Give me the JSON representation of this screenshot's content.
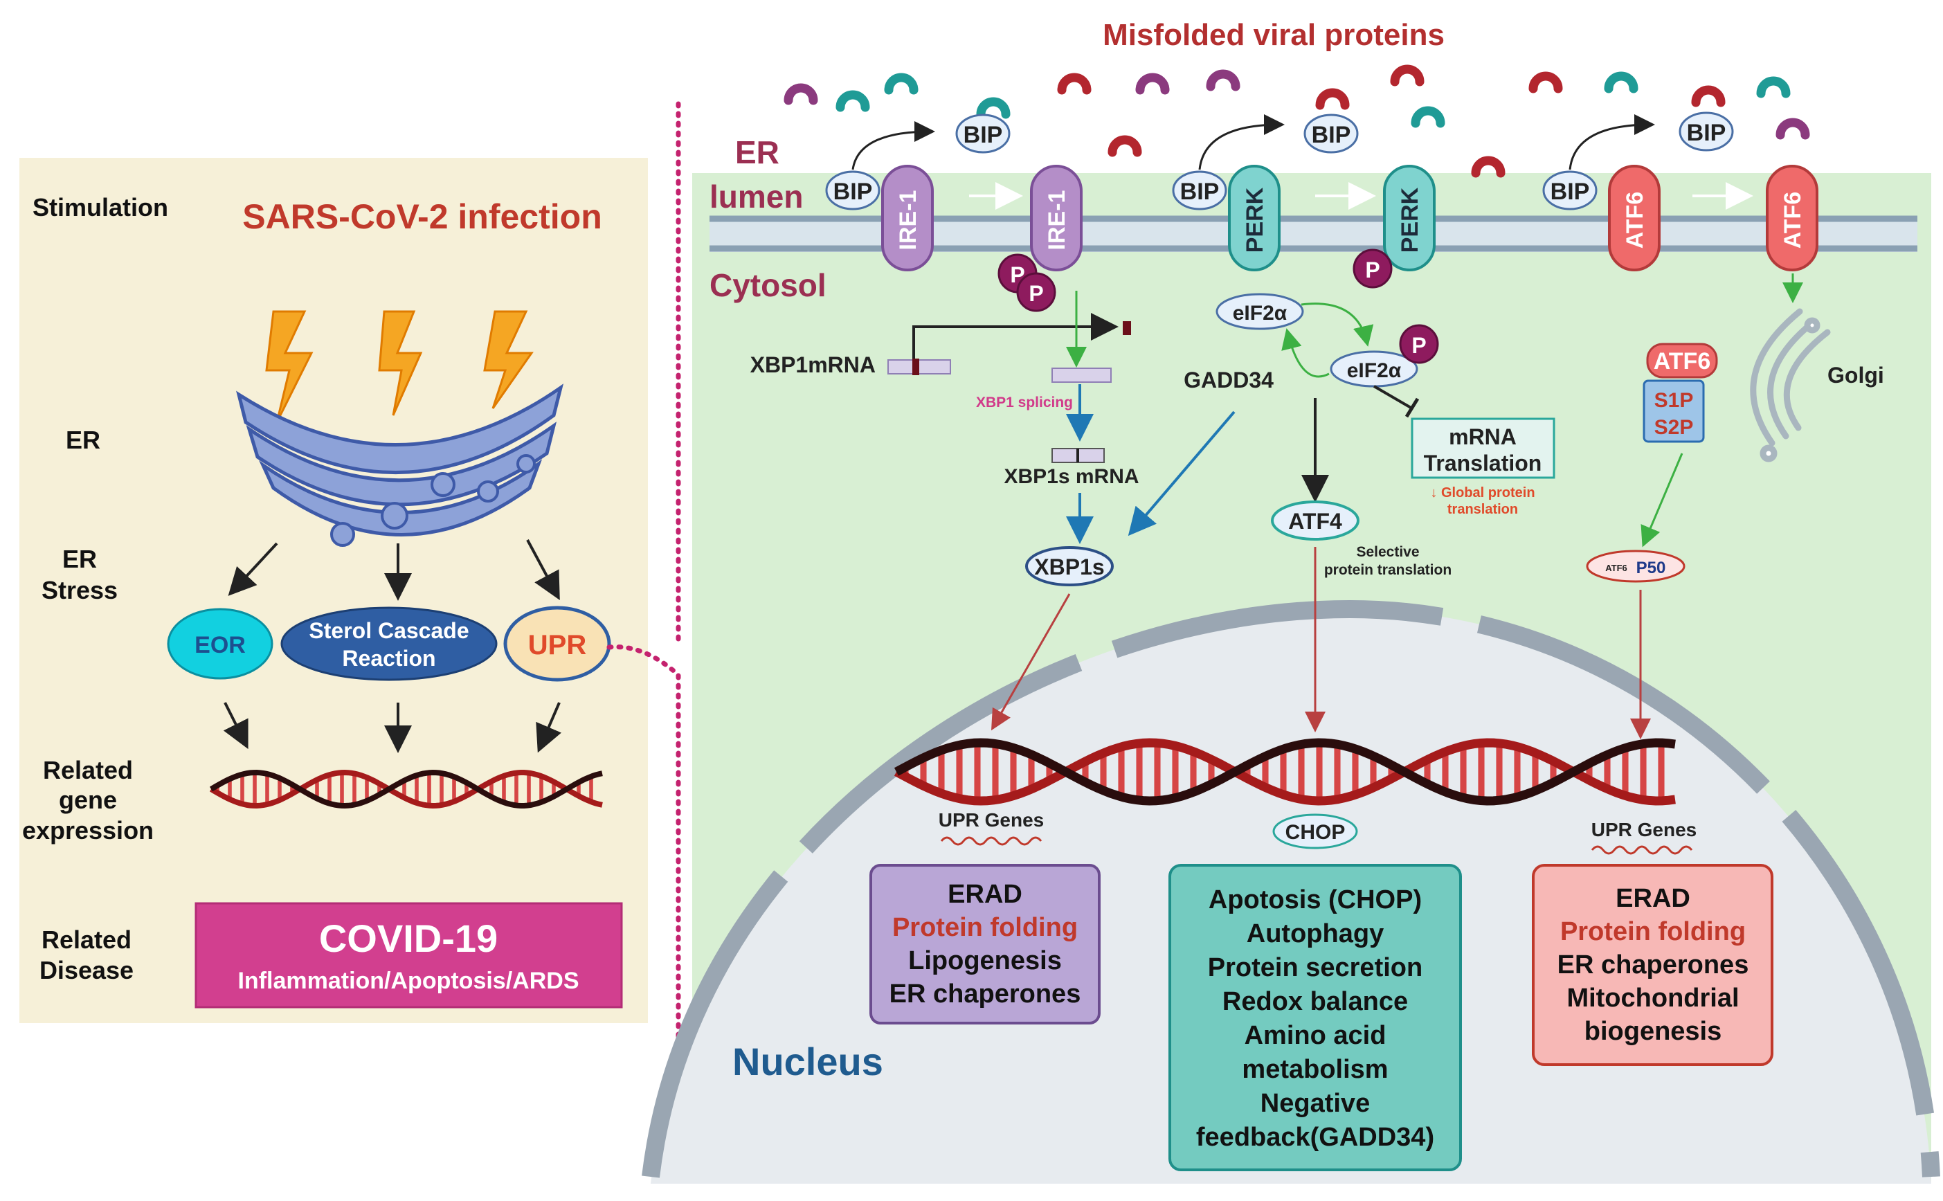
{
  "left_panel": {
    "rows": {
      "stimulation": "Stimulation",
      "er": "ER",
      "er_stress": [
        "ER",
        "Stress"
      ],
      "related_gene": [
        "Related",
        "gene",
        "expression"
      ],
      "related_disease": [
        "Related",
        "Disease"
      ]
    },
    "infection_title": "SARS-CoV-2 infection",
    "pathways": {
      "eor": "EOR",
      "sterol": [
        "Sterol Cascade",
        "Reaction"
      ],
      "upr": "UPR"
    },
    "disease": {
      "title": "COVID-19",
      "subtitle": "Inflammation/Apoptosis/ARDS"
    }
  },
  "right_panel": {
    "top_label": "Misfolded viral proteins",
    "compartments": {
      "er": "ER",
      "lumen": "lumen",
      "cytosol": "Cytosol",
      "nucleus": "Nucleus",
      "golgi": "Golgi"
    },
    "sensors": {
      "bip": "BIP",
      "ire1": "IRE-1",
      "perk": "PERK",
      "atf6": "ATF6",
      "phospho": "P"
    },
    "ire1_branch": {
      "xbp1_mrna": "XBP1mRNA",
      "xbp1_splicing": "XBP1 splicing",
      "xbp1s_mrna": "XBP1s mRNA",
      "xbp1s": "XBP1s"
    },
    "perk_branch": {
      "eif2a": "eIF2α",
      "gadd34": "GADD34",
      "mrna_translation": [
        "mRNA",
        "Translation"
      ],
      "global_note": [
        "↓ Global protein",
        "translation"
      ],
      "atf4": "ATF4",
      "selective_note": [
        "Selective",
        "protein translation"
      ]
    },
    "atf6_branch": {
      "atf6_golgi": "ATF6",
      "s1p": "S1P",
      "s2p": "S2P",
      "p50_prefix": "ATF6",
      "p50": "P50"
    },
    "genes": {
      "upr_genes": "UPR Genes",
      "chop": "CHOP"
    },
    "outcome_ire1": {
      "lines": [
        "ERAD",
        "Protein folding",
        "Lipogenesis",
        "ER chaperones"
      ]
    },
    "outcome_perk": {
      "lines": [
        "Apotosis (CHOP)",
        "Autophagy",
        "Protein secretion",
        "Redox balance",
        "Amino acid",
        "metabolism",
        "Negative",
        "feedback(GADD34)"
      ]
    },
    "outcome_atf6": {
      "lines": [
        "ERAD",
        "Protein folding",
        "ER chaperones",
        "Mitochondrial",
        "biogenesis"
      ]
    }
  },
  "colors": {
    "left_bg": "#f6f0d8",
    "er_lumen_bg": "#d8efd3",
    "nucleus_bg": "#e7ebef",
    "title_red": "#c0392b",
    "label_maroon": "#9b2f52",
    "nucleus_blue": "#1f5b8f",
    "covid_magenta": "#d23f8f",
    "ire1_purple": "#b48ec8",
    "perk_teal": "#7fd3cf",
    "atf6_coral": "#ef6a6a"
  }
}
